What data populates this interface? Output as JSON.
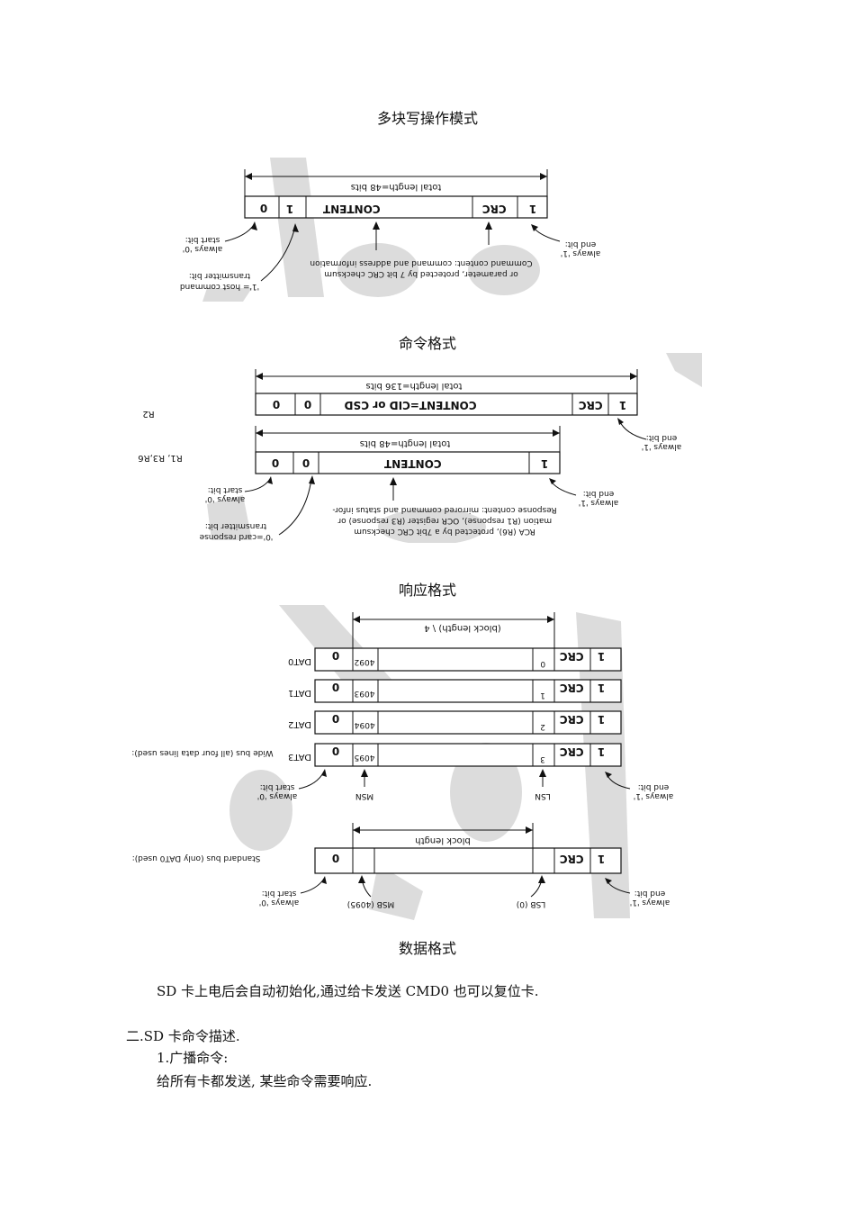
{
  "captions": {
    "multi_block_write": "多块写操作模式",
    "command_format": "命令格式",
    "response_format": "响应格式",
    "data_format": "数据格式"
  },
  "command": {
    "total_length": "total length=48 bits",
    "start_val": "0",
    "tx_val": "1",
    "content": "CONTENT",
    "crc": "CRC",
    "end_val": "1",
    "start_label_1": "start bit:",
    "start_label_2": "always '0'",
    "tx_label_1": "transmitter bit:",
    "tx_label_2": "'1'= host command",
    "content_label_1": "Command content: command and address information",
    "content_label_2": "or parameter, protected by 7 bit CRC checksum",
    "end_label_1": "end bit:",
    "end_label_2": "always '1'"
  },
  "response": {
    "r2_label": "R2",
    "r2_total": "total length=136 bits",
    "r2_b0": "0",
    "r2_b1": "0",
    "r2_content": "CONTENT=CID or CSD",
    "r2_crc": "CRC",
    "r2_end": "1",
    "r2_end_label_1": "end bit:",
    "r2_end_label_2": "always '1'",
    "r1_label": "R1, R3,R6",
    "r1_total": "total length=48 bits",
    "r1_b0": "0",
    "r1_b1": "0",
    "r1_content": "CONTENT",
    "r1_end": "1",
    "start_label_1": "start bit:",
    "start_label_2": "always '0'",
    "tx_label_1": "transmitter bit:",
    "tx_label_2": "'0'=card response",
    "content_label_1": "Response content: mirrored command and status infor-",
    "content_label_2": "mation (R1 response), OCR register (R3 response) or",
    "content_label_3": "RCA (R6), protected by a 7bit CRC checksum",
    "end_label_1": "end bit:",
    "end_label_2": "always '1'"
  },
  "data": {
    "block_length_wide": "(block length) \\ 4",
    "lines": [
      {
        "name": "DAT0",
        "start": "0",
        "msb": "4092",
        "lsb": "0",
        "crc": "CRC",
        "end": "1"
      },
      {
        "name": "DAT1",
        "start": "0",
        "msb": "4093",
        "lsb": "1",
        "crc": "CRC",
        "end": "1"
      },
      {
        "name": "DAT2",
        "start": "0",
        "msb": "4094",
        "lsb": "2",
        "crc": "CRC",
        "end": "1"
      },
      {
        "name": "DAT3",
        "start": "0",
        "msb": "4095",
        "lsb": "3",
        "crc": "CRC",
        "end": "1"
      }
    ],
    "wide_bus_label": "Wide bus (all four data lines used):",
    "msn": "MSN",
    "lsn": "LSN",
    "wide_start_1": "start bit:",
    "wide_start_2": "always '0'",
    "wide_end_1": "end bit:",
    "wide_end_2": "always '1'",
    "block_length_std": "block length",
    "std_bus_label": "Standard bus (only DAT0 used):",
    "std_start": "0",
    "std_crc": "CRC",
    "std_end": "1",
    "msb": "MSB (4095)",
    "lsb": "LSB (0)",
    "std_start_1": "start bit:",
    "std_start_2": "always '0'",
    "std_end_1": "end bit:",
    "std_end_2": "always '1'"
  },
  "text": {
    "p1": "SD 卡上电后会自动初始化,通过给卡发送 CMD0 也可以复位卡.",
    "h2": "二.SD 卡命令描述.",
    "h3": "1.广播命令:",
    "p2": "给所有卡都发送, 某些命令需要响应."
  }
}
